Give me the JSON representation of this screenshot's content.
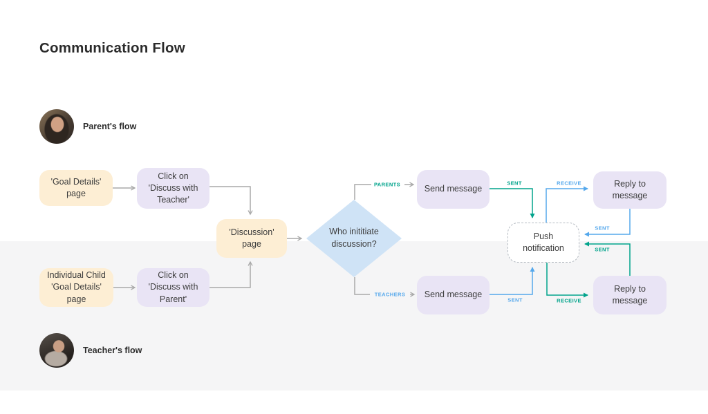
{
  "title": "Communication Flow",
  "flows": {
    "parent": {
      "label": "Parent's flow"
    },
    "teacher": {
      "label": "Teacher's flow"
    }
  },
  "nodes": {
    "goal_details": "'Goal Details' page",
    "discuss_teacher": "Click on 'Discuss with Teacher'",
    "individual_child": "Individual Child 'Goal Details' page",
    "discuss_parent": "Click on 'Discuss with Parent'",
    "discussion": "'Discussion' page",
    "decision": "Who inititiate discussion?",
    "send_message_parent": "Send message",
    "send_message_teacher": "Send message",
    "reply_top": "Reply to message",
    "reply_bottom": "Reply to message",
    "push_notification": "Push notification"
  },
  "edge_labels": {
    "parents": "PARENTS",
    "teachers": "TEACHERS",
    "sent_parent_top": "SENT",
    "receive_top": "RECEIVE",
    "sent_reply_top": "SENT",
    "sent_reply_bottom": "SENT",
    "sent_teacher_bottom": "SENT",
    "receive_bottom": "RECEIVE"
  },
  "colors": {
    "parent_line": "#00a38b",
    "teacher_line": "#55a8ec",
    "connector_gray": "#a9a9a9",
    "node_peach": "#fdeed4",
    "node_lavender": "#e9e4f5",
    "decision_blue": "#cfe3f6"
  }
}
